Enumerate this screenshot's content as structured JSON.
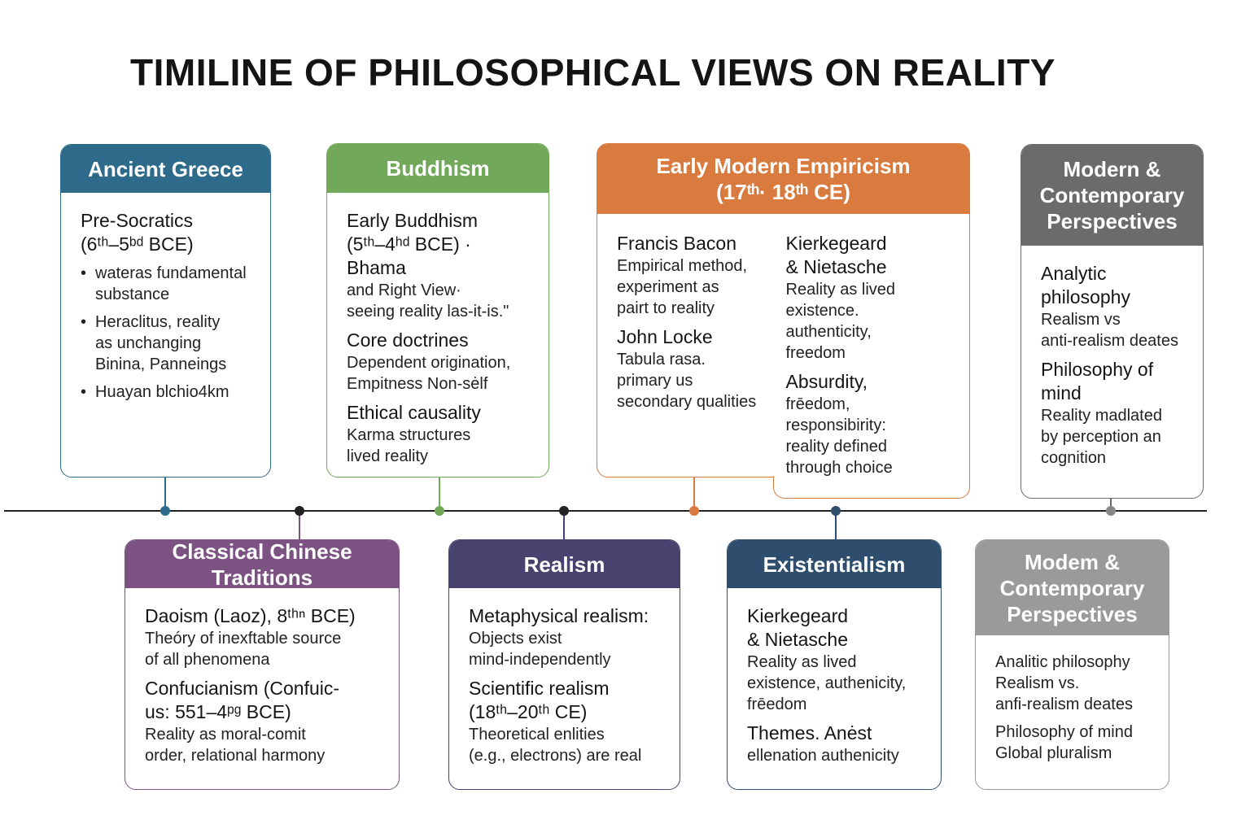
{
  "title": "TIMILINE OF PHILOSOPHICAL VIEWS ON REALITY",
  "colors": {
    "greece": "#2e6a8a",
    "buddhism": "#72a85a",
    "empiricism": "#d97b3e",
    "modern_top": "#6b6b6b",
    "chinese": "#7b5282",
    "realism": "#48426e",
    "existentialism": "#2f4e6e",
    "modern_bottom": "#9a9a9a",
    "timeline": "#222222"
  },
  "cards": [
    {
      "id": "ancient-greece",
      "header": [
        "Ancient Greece"
      ],
      "color": "#2e6a8a",
      "columns": [
        [
          {
            "heading": [
              "Pre-Socratics",
              "(6ᵗʰ–5ᵇᵈ BCE)"
            ],
            "lines": []
          },
          {
            "bullet": true,
            "lines": [
              "wateras fundamental",
              "substance"
            ]
          },
          {
            "bullet": true,
            "lines": [
              "Heraclitus, reality",
              "as unchanging",
              "Binina, Panneings"
            ]
          },
          {
            "bullet": true,
            "lines": [
              "Huayan blchio4km"
            ]
          }
        ]
      ]
    },
    {
      "id": "buddhism",
      "header": [
        "Buddhism"
      ],
      "color": "#72a85a",
      "columns": [
        [
          {
            "heading": [
              "Early Buddhism",
              "(5ᵗʰ–4ʰᵈ BCE) · Bhama"
            ],
            "lines": [
              "and Right View·",
              "seeing reality las-it-is.\""
            ]
          },
          {
            "heading": [
              "Core doctrines"
            ],
            "lines": [
              "Dependent origination,",
              "Empitness Non-sėlf"
            ]
          },
          {
            "heading": [
              "Ethical causality"
            ],
            "lines": [
              "Karma structures",
              "lived reality"
            ]
          }
        ]
      ]
    },
    {
      "id": "early-modern-empiricism",
      "header": [
        "Early Modern Empiricism",
        "(17ᵗʰ· 18ᵗʰ CE)"
      ],
      "color": "#d97b3e",
      "columns": [
        [
          {
            "heading": [
              "Francis Bacon"
            ],
            "lines": [
              "Empirical method,",
              "experiment as",
              "pairt to reality"
            ]
          },
          {
            "heading": [
              "John Locke"
            ],
            "lines": [
              "Tabula rasa.",
              "primary us",
              "secondary qualities"
            ]
          }
        ],
        [
          {
            "heading": [
              "Kierkegeard",
              "& Nietasche"
            ],
            "lines": [
              "Reality as lived",
              "existence.",
              "authenticity,",
              "freedom"
            ]
          },
          {
            "heading": [
              "Absurdity,"
            ],
            "lines": [
              "frēedom,",
              "responsibirity:",
              "reality defined",
              "through choice"
            ]
          }
        ]
      ]
    },
    {
      "id": "modern-contemporary-top",
      "header": [
        "Modern &",
        "Contemporary",
        "Perspectives"
      ],
      "color": "#6b6b6b",
      "columns": [
        [
          {
            "heading": [
              "Analytic",
              "philosophy"
            ],
            "lines": [
              "Realism vs",
              "anti-realism deates"
            ]
          },
          {
            "heading": [
              "Philosophy of",
              "mind"
            ],
            "lines": [
              "Reality madlated",
              "by perception an",
              "cognition"
            ]
          }
        ]
      ]
    },
    {
      "id": "classical-chinese",
      "header": [
        "Classical Chinese Traditions"
      ],
      "color": "#7b5282",
      "columns": [
        [
          {
            "heading": [
              "Daoism (Laoz), 8ᵗʰⁿ BCE)"
            ],
            "lines": [
              "Theóry of inexftable source",
              "of all phenomena"
            ]
          },
          {
            "heading": [
              "Confucianism (Confuic-",
              "us: 551–4ᵖᵍ BCE)"
            ],
            "lines": [
              "Reality as moral-comit",
              "order, relational harmony"
            ]
          }
        ]
      ]
    },
    {
      "id": "realism",
      "header": [
        "Realism"
      ],
      "color": "#48426e",
      "columns": [
        [
          {
            "heading": [
              "Metaphysical realism:"
            ],
            "lines": [
              "Objects exist",
              "mind-independently"
            ]
          },
          {
            "heading": [
              "Scientific realism",
              "(18ᵗʰ–20ᵗʰ CE)"
            ],
            "lines": [
              "Theoretical enlities",
              "(e.g., electrons) are real"
            ]
          }
        ]
      ]
    },
    {
      "id": "existentialism",
      "header": [
        "Existentialism"
      ],
      "color": "#2f4e6e",
      "columns": [
        [
          {
            "heading": [
              "Kierkegeard",
              "& Nietasche"
            ],
            "lines": [
              "Reality as lived",
              "existence, authenicity,",
              "frēedom"
            ]
          },
          {
            "heading": [
              "Themes. Anėst"
            ],
            "lines": [
              "ellenation authenicity"
            ]
          }
        ]
      ]
    },
    {
      "id": "modern-contemporary-bottom",
      "header": [
        "Modem &",
        "Contemporary",
        "Perspectives"
      ],
      "color": "#9a9a9a",
      "columns": [
        [
          {
            "lines": [
              "Analitic philosophy",
              "Realism vs.",
              "anfi-realism deates"
            ]
          },
          {
            "lines": [
              "Philosophy of mind",
              "Global pluralism"
            ]
          }
        ]
      ]
    }
  ]
}
